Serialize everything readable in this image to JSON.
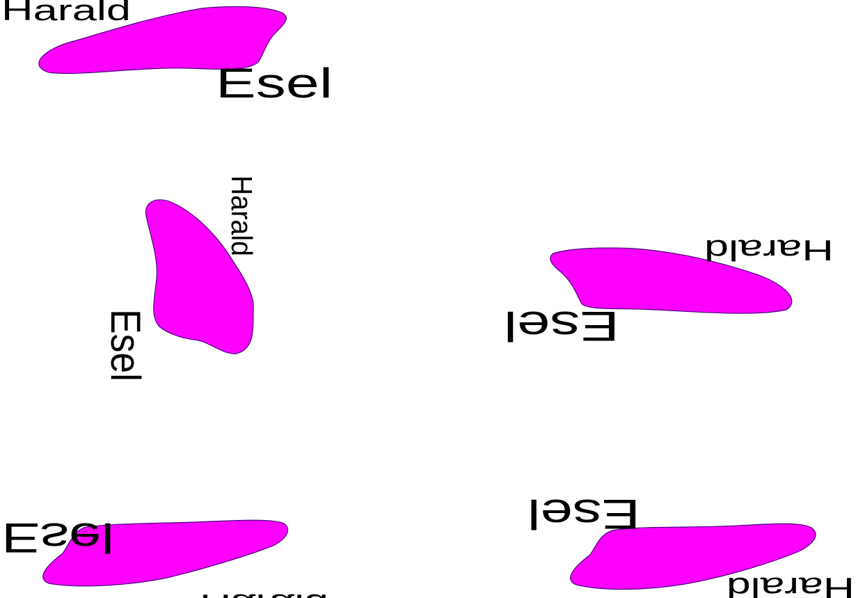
{
  "labels": {
    "harald": "Harald",
    "esel": "Esel"
  },
  "colors": {
    "shape_fill": "#ff00ff",
    "shape_stroke": "#4b0082",
    "text": "#000000",
    "background": "#ffffff"
  },
  "variants": [
    "normal",
    "rotated-90",
    "rotated-180",
    "mirrored-vertical",
    "mirrored-both"
  ]
}
